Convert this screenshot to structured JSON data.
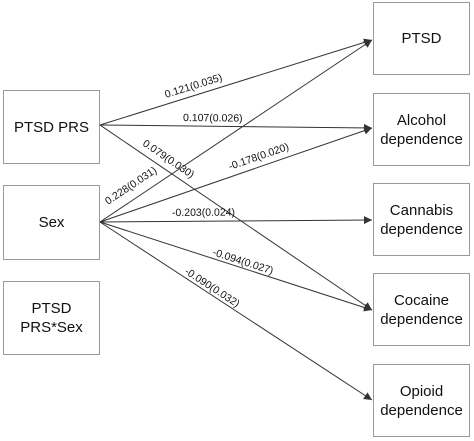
{
  "predictors": [
    {
      "id": "ptsd-prs",
      "lines": [
        "PTSD PRS"
      ]
    },
    {
      "id": "sex",
      "lines": [
        "Sex"
      ]
    },
    {
      "id": "ptsd-prs-sex",
      "lines": [
        "PTSD",
        "PRS*Sex"
      ]
    }
  ],
  "outcomes": [
    {
      "id": "ptsd",
      "lines": [
        "PTSD"
      ]
    },
    {
      "id": "alcohol-dependence",
      "lines": [
        "Alcohol",
        "dependence"
      ]
    },
    {
      "id": "cannabis-dependence",
      "lines": [
        "Cannabis",
        "dependence"
      ]
    },
    {
      "id": "cocaine-dependence",
      "lines": [
        "Cocaine",
        "dependence"
      ]
    },
    {
      "id": "opioid-dependence",
      "lines": [
        "Opioid",
        "dependence"
      ]
    }
  ],
  "paths": [
    {
      "from": "ptsd-prs",
      "to": "ptsd",
      "label": "0.121(0.035)"
    },
    {
      "from": "ptsd-prs",
      "to": "alcohol-dependence",
      "label": "0.107(0.026)"
    },
    {
      "from": "ptsd-prs",
      "to": "cocaine-dependence",
      "label": "0.079(0.030)"
    },
    {
      "from": "sex",
      "to": "ptsd",
      "label": "0.228(0.031)"
    },
    {
      "from": "sex",
      "to": "alcohol-dependence",
      "label": "-0.178(0.020)"
    },
    {
      "from": "sex",
      "to": "cannabis-dependence",
      "label": "-0.203(0.024)"
    },
    {
      "from": "sex",
      "to": "cocaine-dependence",
      "label": "-0.094(0.027)"
    },
    {
      "from": "sex",
      "to": "opioid-dependence",
      "label": "-0.090(0.032)"
    }
  ]
}
